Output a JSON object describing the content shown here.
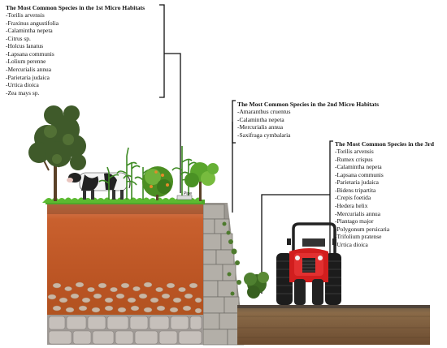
{
  "habitats": [
    {
      "title": "The Most Common Species in the 1st Micro Habitats",
      "species": [
        "-Torilis arvensis",
        "-Fraxinus angustifolia",
        "-Calamintha nepeta",
        "-Citrus sp.",
        "-Holcus lanatus",
        "-Lapsana communis",
        "-Lolium perenne",
        "-Mercurialis annua",
        "-Parietaria judaica",
        "-Urtica dioica",
        "-Zea mays sp."
      ]
    },
    {
      "title": "The Most Common Species in the 2nd Micro Habitats",
      "species": [
        "-Amaranthus cruentus",
        "-Calamintha nepeta",
        "-Mercurialis annua",
        "-Saxifraga cymbalaria"
      ]
    },
    {
      "title": "The Most Common Species in the 3rd",
      "species": [
        "-Torilis arvensis",
        "-Rumex crispus",
        "-Calamintha nepeta",
        "-Lapsana communis",
        "-Parietaria judaica",
        "-Bidens tripartita",
        "-Crepis foetida",
        "-Hedera helix",
        "-Mercurialis annua",
        "-Plantago major",
        "-Polygonum persicaria",
        "-Trifolium pratense",
        "-Urtica dioica"
      ]
    }
  ],
  "pipe_label": "Pipe",
  "colors": {
    "grass": "#4fa82a",
    "soil_top": "#c95a2a",
    "soil_mid": "#b8521f",
    "stone": "#a8a29c",
    "wall": "#8d8a85",
    "bricks": "#7a5a3c",
    "tractor_red": "#d11e1e",
    "leader": "#111111"
  },
  "icons": [
    "cow-icon",
    "tree-icon",
    "bush-icon",
    "corn-plant-icon",
    "tractor-icon"
  ]
}
